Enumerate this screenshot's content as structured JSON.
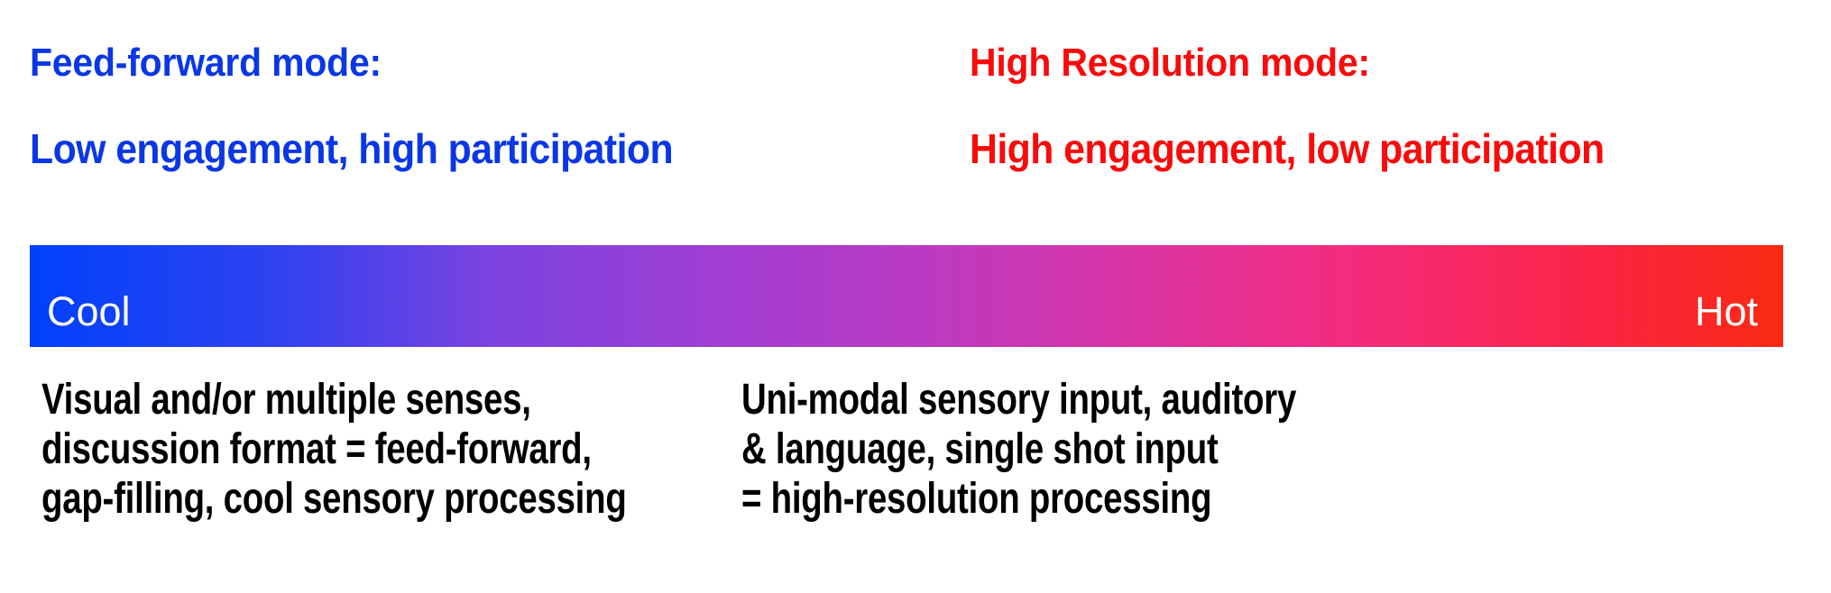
{
  "slide": {
    "background_color": "#ffffff",
    "columns": {
      "left": {
        "heading": "Feed-forward mode:",
        "subtitle": "Low engagement, high participation",
        "color": "#0a37e6",
        "description_lines": [
          "Visual and/or multiple senses,",
          "discussion format = feed-forward,",
          "gap-filling, cool sensory processing"
        ]
      },
      "right": {
        "heading": "High Resolution mode:",
        "subtitle": "High engagement, low participation",
        "color": "#fa0a0a",
        "description_lines": [
          "Uni-modal sensory input, auditory",
          "& language, single shot input",
          "= high-resolution processing"
        ]
      }
    },
    "gradient_bar": {
      "left_label": "Cool",
      "right_label": "Hot",
      "label_color": "#ffffff",
      "start_color": "#0041fb",
      "mid_color": "#b93bc4",
      "end_color": "#fa2a10"
    }
  }
}
